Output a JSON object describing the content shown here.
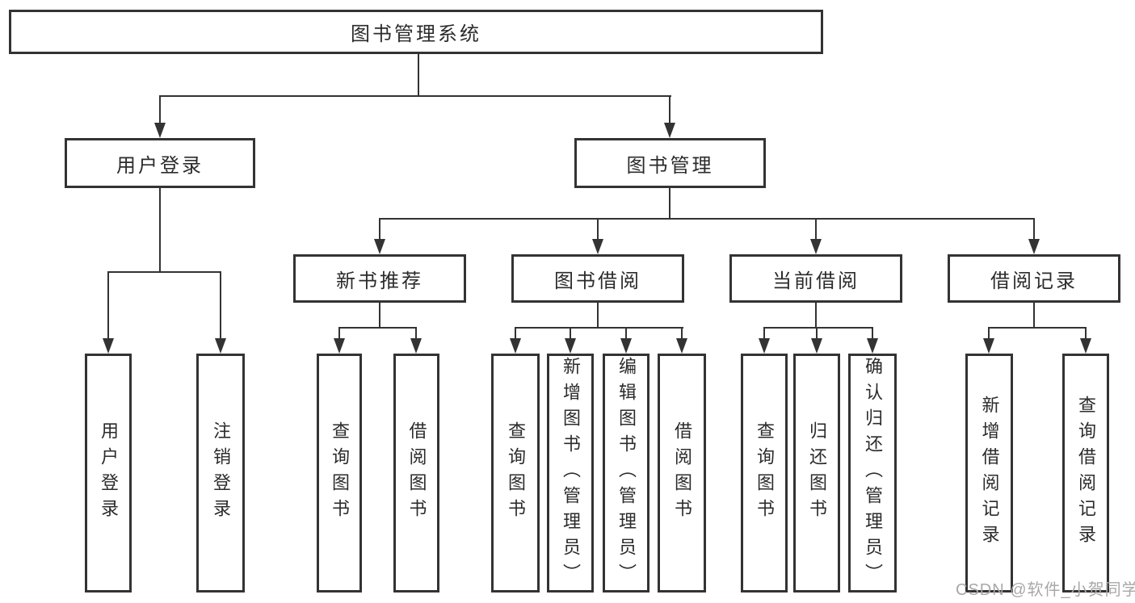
{
  "watermark": "CSDN @软件_小贺同学",
  "colors": {
    "line": "#333333",
    "text": "#2b2b2b",
    "background": "#ffffff",
    "watermark": "#a8a8a8"
  },
  "tree": {
    "root": "图书管理系统",
    "branches": [
      {
        "label": "用户登录",
        "leaves": [
          "用户登录",
          "注销登录"
        ]
      },
      {
        "label": "图书管理",
        "groups": [
          {
            "label": "新书推荐",
            "leaves": [
              "查询图书",
              "借阅图书"
            ]
          },
          {
            "label": "图书借阅",
            "leaves": [
              "查询图书",
              "新增图书（管理员）",
              "编辑图书（管理员）",
              "借阅图书"
            ]
          },
          {
            "label": "当前借阅",
            "leaves": [
              "查询图书",
              "归还图书",
              "确认归还（管理员）"
            ]
          },
          {
            "label": "借阅记录",
            "leaves": [
              "新增借阅记录",
              "查询借阅记录"
            ]
          }
        ]
      }
    ]
  }
}
